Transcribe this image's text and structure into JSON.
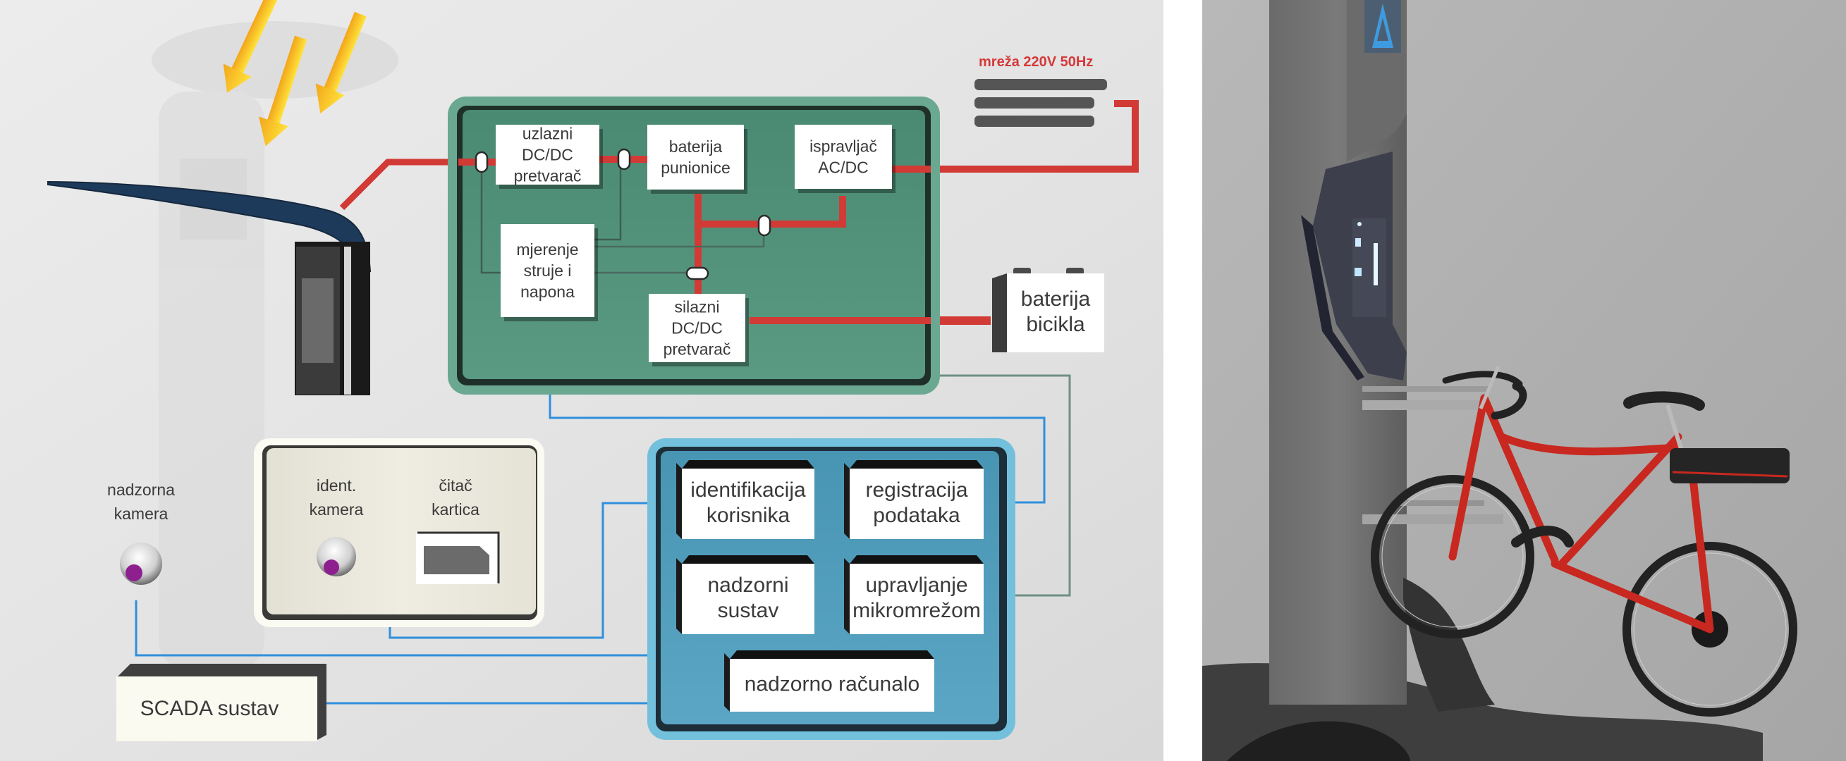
{
  "diagram": {
    "grid_label": "mreža 220V 50Hz",
    "power_unit": {
      "blocks": [
        {
          "id": "uzlazni",
          "lines": [
            "uzlazni",
            "DC/DC",
            "pretvarač"
          ]
        },
        {
          "id": "baterija_punionice",
          "lines": [
            "baterija",
            "punionice"
          ]
        },
        {
          "id": "ispravljac",
          "lines": [
            "ispravljač",
            "AC/DC"
          ]
        },
        {
          "id": "mjerenje",
          "lines": [
            "mjerenje",
            "struje i",
            "napona"
          ]
        },
        {
          "id": "silazni",
          "lines": [
            "silazni",
            "DC/DC",
            "pretvarač"
          ]
        }
      ]
    },
    "bike_battery": {
      "lines": [
        "baterija",
        "bicikla"
      ]
    },
    "user_panel": {
      "ident_camera": {
        "lines": [
          "ident.",
          "kamera"
        ]
      },
      "card_reader": {
        "lines": [
          "čitač",
          "kartica"
        ]
      }
    },
    "surveillance_camera": {
      "lines": [
        "nadzorna",
        "kamera"
      ]
    },
    "control_unit": {
      "blocks": [
        {
          "id": "identifikacija",
          "lines": [
            "identifikacija",
            "korisnika"
          ]
        },
        {
          "id": "registracija",
          "lines": [
            "registracija",
            "podataka"
          ]
        },
        {
          "id": "nadzorni",
          "lines": [
            "nadzorni",
            "sustav"
          ]
        },
        {
          "id": "upravljanje",
          "lines": [
            "upravljanje",
            "mikromrežom"
          ]
        },
        {
          "id": "racunalo",
          "lines": [
            "nadzorno računalo"
          ]
        }
      ]
    },
    "scada": {
      "lines": [
        "SCADA sustav"
      ]
    },
    "colors": {
      "power_line": "#d13a35",
      "data_line": "#2f8fdc",
      "sense_line": "#6f8f86",
      "power_unit_fill": "#4f8f78",
      "control_unit_fill": "#4f9ab8",
      "sun_arrow": "#f5c41a",
      "bike_frame": "#c8281f"
    }
  }
}
